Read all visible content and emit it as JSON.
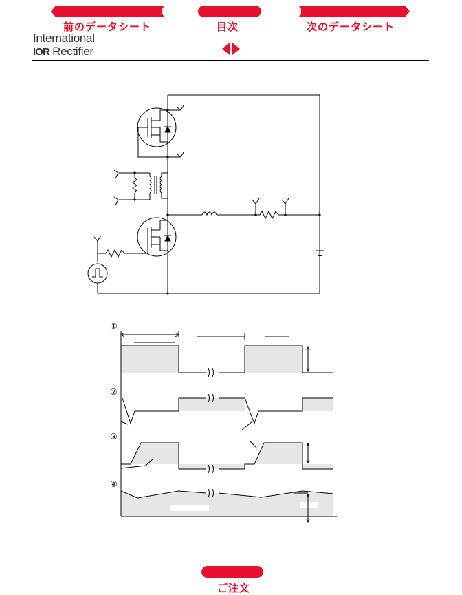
{
  "nav": {
    "prev_label": "前のデータシート",
    "toc_label": "目次",
    "next_label": "次のデータシート"
  },
  "logo": {
    "line1": "International",
    "ior": "IOR",
    "line2": "Rectifier"
  },
  "footer": {
    "order_label": "ご注文"
  },
  "waveforms": {
    "markers": [
      "①",
      "②",
      "③",
      "④"
    ]
  },
  "colors": {
    "accent": "#e8112d",
    "shade": "#e6e6e6"
  }
}
